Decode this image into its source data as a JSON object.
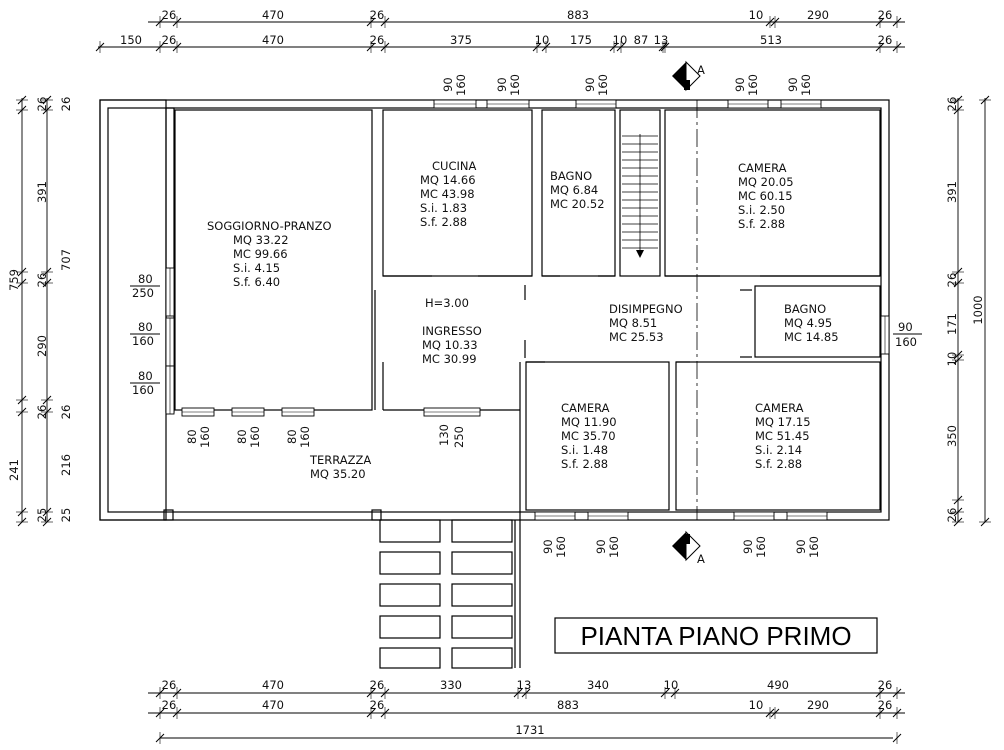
{
  "title": "PIANTA PIANO PRIMO",
  "section_mark": "A",
  "height_label": "H=3.00",
  "rooms": [
    {
      "key": "soggiorno",
      "name": "SOGGIORNO-PRANZO",
      "lines": [
        "MQ  33.22",
        "MC  99.66",
        "S.i.  4.15",
        "S.f.  6.40"
      ]
    },
    {
      "key": "cucina",
      "name": "CUCINA",
      "lines": [
        "MQ  14.66",
        "MC  43.98",
        "S.i.  1.83",
        "S.f.  2.88"
      ]
    },
    {
      "key": "bagno1",
      "name": "BAGNO",
      "lines": [
        "MQ  6.84",
        "MC  20.52"
      ]
    },
    {
      "key": "camera1",
      "name": "CAMERA",
      "lines": [
        "MQ  20.05",
        "MC  60.15",
        "S.i.  2.50",
        "S.f.  2.88"
      ]
    },
    {
      "key": "ingresso",
      "name": "INGRESSO",
      "lines": [
        "MQ  10.33",
        "MC  30.99"
      ]
    },
    {
      "key": "disimpegno",
      "name": "DISIMPEGNO",
      "lines": [
        "MQ  8.51",
        "MC  25.53"
      ]
    },
    {
      "key": "bagno2",
      "name": "BAGNO",
      "lines": [
        "MQ  4.95",
        "MC  14.85"
      ]
    },
    {
      "key": "camera2",
      "name": "CAMERA",
      "lines": [
        "MQ  11.90",
        "MC  35.70",
        "S.i.  1.48",
        "S.f.  2.88"
      ]
    },
    {
      "key": "camera3",
      "name": "CAMERA",
      "lines": [
        "MQ  17.15",
        "MC  51.45",
        "S.i.  2.14",
        "S.f.  2.88"
      ]
    },
    {
      "key": "terrazza",
      "name": "TERRAZZA",
      "lines": [
        "MQ  35.20"
      ]
    }
  ],
  "dims": {
    "top1": [
      "26",
      "470",
      "26",
      "883",
      "10",
      "290",
      "26"
    ],
    "top2": [
      "150",
      "26",
      "470",
      "26",
      "375",
      "10",
      "175",
      "10",
      "87",
      "13",
      "513",
      "26"
    ],
    "bottom1": [
      "26",
      "470",
      "26",
      "330",
      "13",
      "340",
      "10",
      "490",
      "26"
    ],
    "bottom2": [
      "26",
      "470",
      "26",
      "883",
      "10",
      "290",
      "26"
    ],
    "bottom3": [
      "1731"
    ],
    "left_outer": [
      "759",
      "241"
    ],
    "left1": [
      "26",
      "391",
      "26",
      "290",
      "26"
    ],
    "left2": [
      "707",
      "216",
      "25"
    ],
    "right1": [
      "26",
      "391",
      "26",
      "171",
      "10",
      "350",
      "26"
    ],
    "right2": [
      "1000"
    ]
  },
  "openings": {
    "top_win": [
      [
        "90",
        "160"
      ],
      [
        "90",
        "160"
      ],
      [
        "90",
        "160"
      ],
      [
        "90",
        "160"
      ],
      [
        "90",
        "160"
      ]
    ],
    "bottom_win": [
      [
        "90",
        "160"
      ],
      [
        "90",
        "160"
      ],
      [
        "90",
        "160"
      ],
      [
        "90",
        "160"
      ]
    ],
    "left_win": [
      [
        "80",
        "250"
      ],
      [
        "80",
        "160"
      ],
      [
        "80",
        "160"
      ]
    ],
    "terr_win": [
      [
        "80",
        "160"
      ],
      [
        "80",
        "160"
      ],
      [
        "80",
        "160"
      ],
      [
        "130",
        "250"
      ]
    ],
    "right_win": [
      [
        "90",
        "160"
      ]
    ]
  }
}
